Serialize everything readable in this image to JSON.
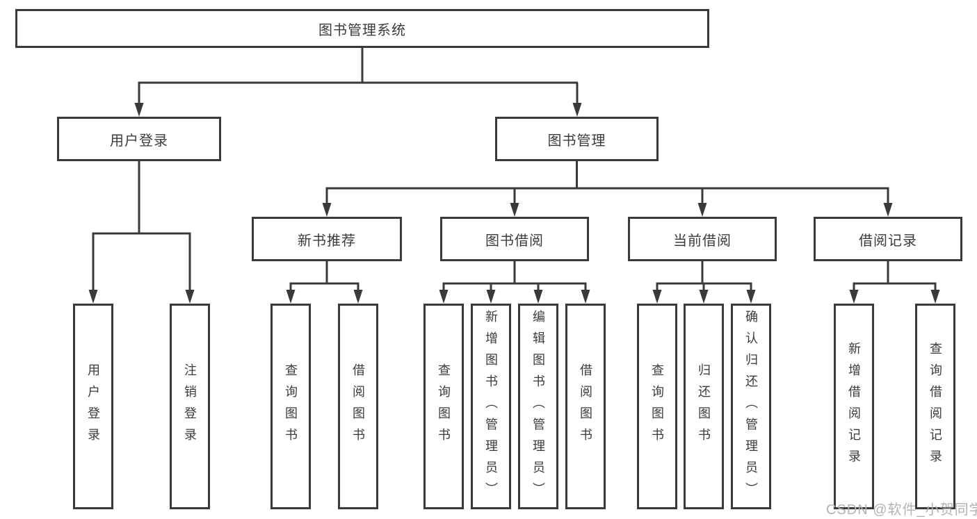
{
  "root": {
    "label": "图书管理系统"
  },
  "level2": [
    {
      "label": "用户登录"
    },
    {
      "label": "图书管理"
    }
  ],
  "level3": [
    {
      "label": "新书推荐"
    },
    {
      "label": "图书借阅"
    },
    {
      "label": "当前借阅"
    },
    {
      "label": "借阅记录"
    }
  ],
  "leaves": [
    {
      "label": "用户登录"
    },
    {
      "label": "注销登录"
    },
    {
      "label": "查询图书"
    },
    {
      "label": "借阅图书"
    },
    {
      "label": "查询图书"
    },
    {
      "label": "新增图书（管理员）"
    },
    {
      "label": "编辑图书（管理员）"
    },
    {
      "label": "借阅图书"
    },
    {
      "label": "查询图书"
    },
    {
      "label": "归还图书"
    },
    {
      "label": "确认归还（管理员）"
    },
    {
      "label": "新增借阅记录"
    },
    {
      "label": "查询借阅记录"
    }
  ],
  "watermark": {
    "text": "CSDN @软件_小贺同学"
  },
  "colors": {
    "line": "#3a3a3a",
    "text": "#3b3b3b",
    "watermark": "#b3b3b3"
  }
}
